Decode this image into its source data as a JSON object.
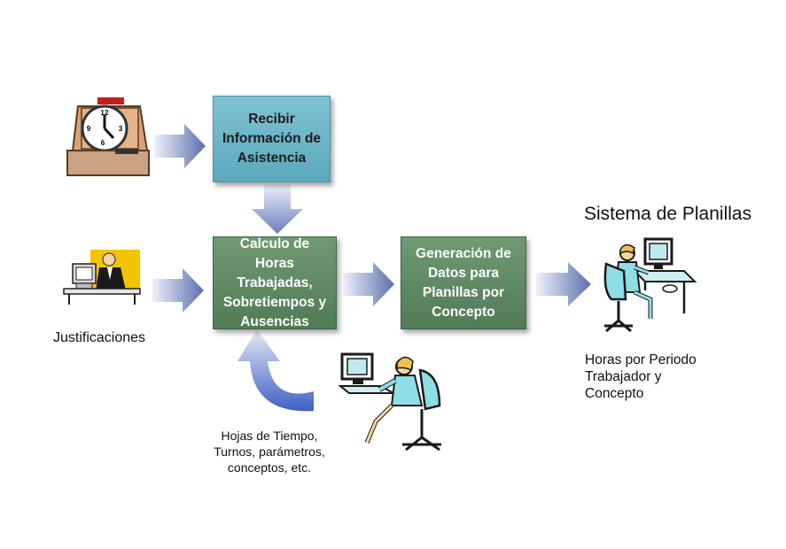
{
  "boxes": {
    "receive": "Recibir Información de Asistencia",
    "calc": "Calculo de Horas Trabajadas, Sobretiempos y Ausencias",
    "generation": "Generación de Datos para Planillas por Concepto"
  },
  "labels": {
    "system_title": "Sistema de Planillas",
    "justifications": "Justificaciones",
    "sheets_line1": "Hojas de Tiempo,",
    "sheets_line2": "Turnos, parámetros,",
    "sheets_line3": "conceptos, etc.",
    "output_line1": "Horas por Periodo",
    "output_line2": "Trabajador y",
    "output_line3": "Concepto"
  },
  "clock": {
    "n12": "12",
    "n3": "3",
    "n6": "6",
    "n9": "9"
  },
  "icons": [
    "time-clock-icon",
    "office-worker-icon",
    "typist-woman-icon",
    "computer-user-icon"
  ],
  "colors": {
    "box_blue": "#6db5c8",
    "box_green": "#5f8c64",
    "arrow": "#6e7fb8"
  }
}
